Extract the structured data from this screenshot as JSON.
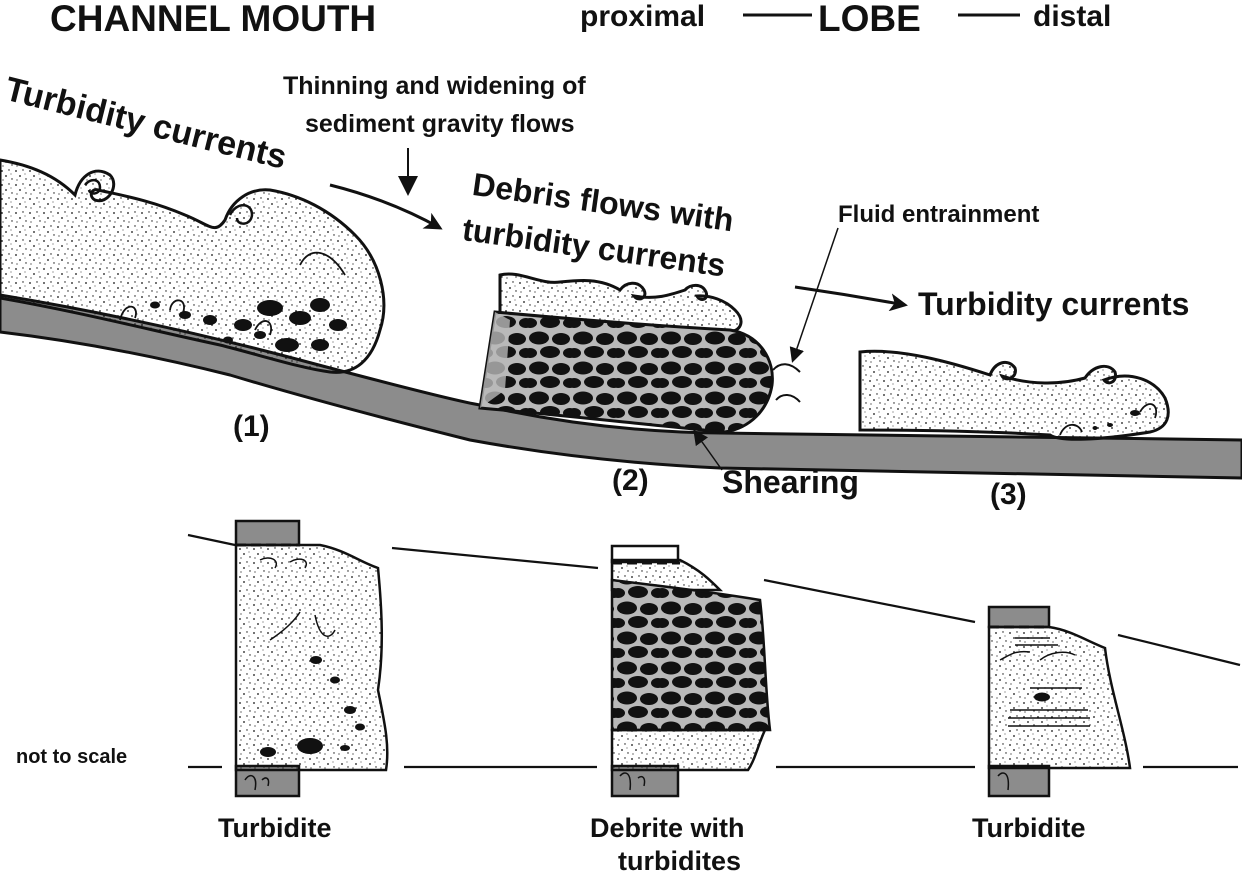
{
  "header": {
    "channel_mouth": "CHANNEL MOUTH",
    "proximal": "proximal",
    "lobe": "LOBE",
    "distal": "distal"
  },
  "labels": {
    "turbidity_currents_1": "Turbidity currents",
    "thinning_line1": "Thinning and widening of",
    "thinning_line2": "sediment gravity flows",
    "debris_line1": "Debris flows with",
    "debris_line2": "turbidity currents",
    "fluid_entrainment": "Fluid entrainment",
    "turbidity_currents_3": "Turbidity currents",
    "shearing": "Shearing",
    "stage1": "(1)",
    "stage2": "(2)",
    "stage3": "(3)",
    "not_to_scale": "not to scale"
  },
  "logs": {
    "log1": "Turbidite",
    "log2_line1": "Debrite with",
    "log2_line2": "turbidites",
    "log3": "Turbidite"
  },
  "colors": {
    "ink": "#111111",
    "substrate_gray": "#8c8c8c",
    "debris_fill": "#b9b9b9",
    "paper": "#ffffff"
  }
}
